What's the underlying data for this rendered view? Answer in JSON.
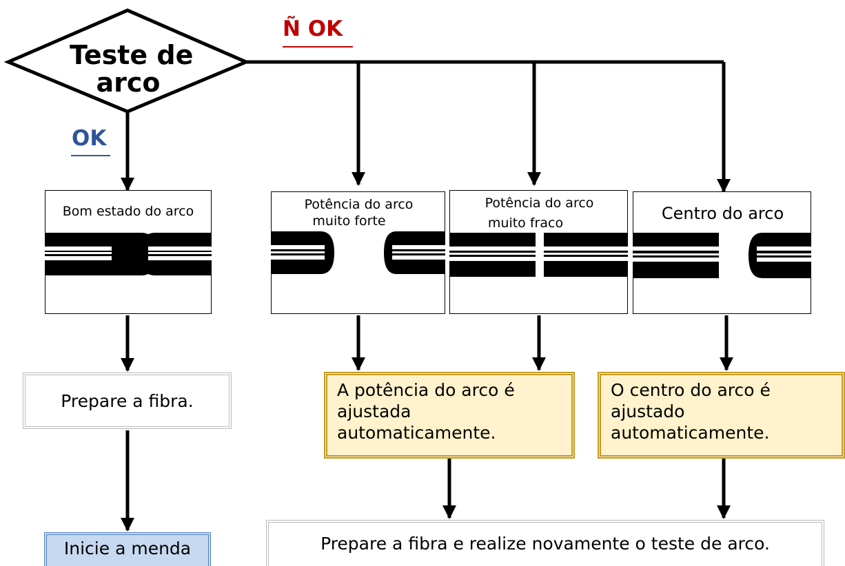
{
  "decision": {
    "line1": "Teste de",
    "line2": "arco"
  },
  "labels": {
    "not_ok": "Ñ OK",
    "ok": "OK"
  },
  "panels": {
    "good": "Bom estado do arco",
    "strong_line1": "Potência do arco",
    "strong_line2": "muito forte",
    "weak_line1": "Potência do arco",
    "weak_line2": "muito fraco",
    "center": "Centro do arco"
  },
  "steps": {
    "prepare": "Prepare a fibra.",
    "power_adjust": [
      "A potência do arco é",
      "ajustada",
      "automaticamente."
    ],
    "center_adjust": [
      "O centro do arco é",
      "ajustado",
      "automaticamente."
    ],
    "start_splice": "Inicie a menda",
    "retest": "Prepare a fibra e realize novamente o teste de arco."
  },
  "colors": {
    "not_ok": "#c00000",
    "ok": "#2f5597",
    "gold_fill": "#fff2cc",
    "gold_border": "#c49a22",
    "blue_fill": "#c6d9f0",
    "blue_border": "#4f81bd"
  }
}
